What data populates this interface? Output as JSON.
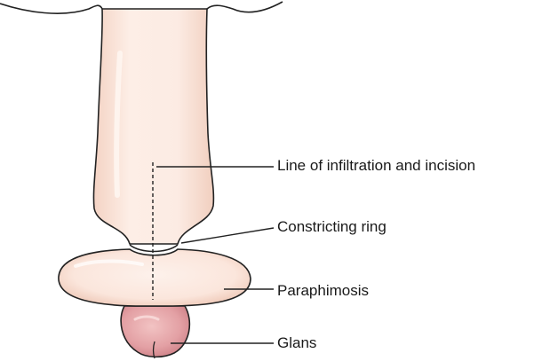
{
  "labels": {
    "incision": "Line of infiltration and incision",
    "ring": "Constricting ring",
    "paraphimosis": "Paraphimosis",
    "glans": "Glans"
  },
  "colors": {
    "skin_fill": "#fbe8df",
    "skin_shadow": "#f3d2c3",
    "outline": "#222222",
    "glans_fill": "#e8a4a7",
    "glans_shadow": "#cf7d83",
    "leader_line": "#222222"
  }
}
